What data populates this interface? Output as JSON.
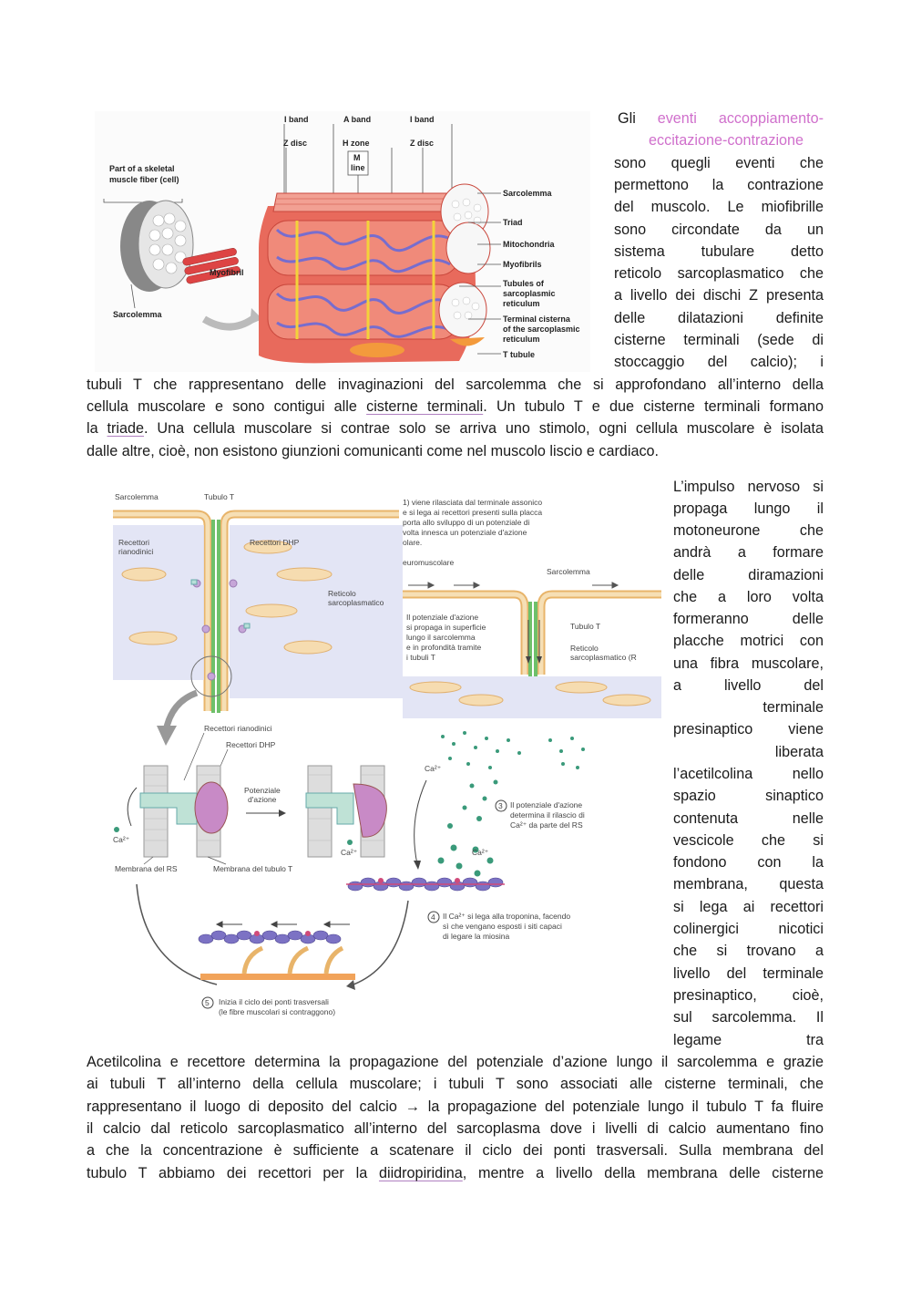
{
  "section1": {
    "side_lines": [
      {
        "pre": "Gli ",
        "pink": "eventi accoppiamento-"
      },
      {
        "pink": "eccitazione-contrazione"
      },
      {
        "text": "sono quegli eventi che"
      },
      {
        "text": "permettono la contrazione"
      },
      {
        "text": "del muscolo. Le miofibrille"
      },
      {
        "text": "sono circondate da un"
      },
      {
        "text": "sistema tubulare detto"
      },
      {
        "text": "reticolo sarcoplasmatico che"
      },
      {
        "text": "a livello dei dischi Z presenta"
      },
      {
        "text": "delle dilatazioni definite"
      },
      {
        "text": "cisterne terminali (sede di"
      },
      {
        "text": "stoccaggio del calcio); i"
      }
    ],
    "full_lines": [
      {
        "text": "tubuli T che rappresentano delle invaginazioni del sarcolemma che si approfondano all’interno della"
      },
      {
        "pre": "cellula muscolare e sono contigui alle ",
        "ul": "cisterne terminali",
        "post": ". Un tubulo T e due cisterne terminali formano"
      },
      {
        "pre": "la ",
        "ul": "triade",
        "post": ". Una cellula muscolare si contrae solo se arriva uno stimolo, ogni cellula muscolare è isolata"
      },
      {
        "text": "dalle altre, cioè, non esistono giunzioni comunicanti come nel muscolo liscio e cardiaco."
      }
    ]
  },
  "figure1": {
    "i_band_left": "I band",
    "a_band": "A band",
    "i_band_right": "I band",
    "z_disc_left": "Z disc",
    "h_zone": "H zone",
    "m_line_1": "M",
    "m_line_2": "line",
    "part_of_1": "Part of a skeletal",
    "part_of_2": "muscle fiber (cell)",
    "myofibril": "Myofibril",
    "sarcolemma_left": "Sarcolemma",
    "z_disc_right": "Z disc",
    "right_labels": {
      "sarcolemma": "Sarcolemma",
      "triad": "Triad",
      "mitochondria": "Mitochondria",
      "myofibrils": "Myofibrils",
      "tubules_1": "Tubules of",
      "tubules_2": "sarcoplasmic",
      "tubules_3": "reticulum",
      "cisterna_1": "Terminal cisterna",
      "cisterna_2": "of the sarcoplasmic",
      "cisterna_3": "reticulum",
      "t_tubule": "T tubule"
    }
  },
  "section2": {
    "side_lines": [
      {
        "text": " L’impulso nervoso si"
      },
      {
        "text": "propaga lungo il"
      },
      {
        "text": "motoneurone che"
      },
      {
        "text": "andrà a formare"
      },
      {
        "text": "delle diramazioni"
      },
      {
        "text": "che a loro volta"
      },
      {
        "text": "formeranno delle"
      },
      {
        "text": "placche motrici con"
      },
      {
        "text": "una fibra muscolare,"
      },
      {
        "text": "a livello del"
      },
      {
        "text": "terminale",
        "align": "right"
      },
      {
        "text": "presinaptico viene"
      },
      {
        "text": "liberata",
        "align": "right"
      },
      {
        "text": "l’acetilcolina nello"
      },
      {
        "text": "spazio sinaptico"
      },
      {
        "text": "contenuta nelle"
      },
      {
        "text": "vescicole che si"
      },
      {
        "text": "fondono con la"
      },
      {
        "text": "membrana, questa"
      },
      {
        "text": "si lega ai recettori"
      },
      {
        "text": "colinergici nicotici"
      },
      {
        "text": "che si trovano a"
      },
      {
        "text": "livello del terminale"
      },
      {
        "text": "presinaptico, cioè,"
      },
      {
        "text": "sul sarcolemma. Il"
      },
      {
        "text": "legame tra"
      }
    ],
    "full_lines": [
      {
        "text": "Acetilcolina e recettore determina la propagazione del potenziale d’azione lungo il sarcolemma e grazie"
      },
      {
        "text": "ai tubuli T all’interno della cellula muscolare; i tubuli T sono associati alle cisterne terminali, che"
      },
      {
        "text": "rappresentano il luogo di deposito del calcio → la propagazione del potenziale lungo il tubulo T fa fluire"
      },
      {
        "text": "il calcio dal reticolo sarcoplasmatico all’interno del sarcoplasma dove i livelli di calcio aumentano fino"
      },
      {
        "text": "a che la concentrazione è sufficiente a scatenare il ciclo dei ponti trasversali. Sulla membrana del"
      },
      {
        "pre": "tubulo T abbiamo dei recettori per la ",
        "ul": "diidropiridina",
        "post": ", mentre a livello della membrana delle cisterne"
      }
    ]
  },
  "figure2": {
    "sarcolemma_top": "Sarcolemma",
    "tubulo_top": "Tubulo T",
    "recettori_rianodinici_1": "Recettori",
    "recettori_rianodinici_2": "rianodinici",
    "recettori_dhp": "Recettori DHP",
    "reticolo_1": "Reticolo",
    "reticolo_2": "sarcoplasmatico",
    "step1_1": "1) viene rilasciata dal terminale assonico",
    "step1_2": "e si lega ai recettori presenti sulla placca",
    "step1_3": "porta allo sviluppo di un potenziale di",
    "step1_4": "volta innesca un potenziale d'azione",
    "step1_5": "olare.",
    "neuromuscolare": "euromuscolare",
    "sarcolemma_right": "Sarcolemma",
    "step2_1": "Il potenziale d'azione",
    "step2_2": "si propaga in superficie",
    "step2_3": "lungo il sarcolemma",
    "step2_4": "e in profondità tramite",
    "step2_5": "i tubuli T",
    "tubulo_right": "Tubulo T",
    "reticolo_right_1": "Reticolo",
    "reticolo_right_2": "sarcoplasmatico (R",
    "recettori_rianodinici_mid": "Recettori rianodinici",
    "recettori_dhp_mid": "Recettori DHP",
    "potenziale_1": "Potenziale",
    "potenziale_2": "d'azione",
    "ca_left": "Ca²⁺",
    "ca_mid": "Ca²⁺",
    "ca_right1": "Ca²⁺",
    "ca_right2": "Ca²⁺",
    "step3_num": "3",
    "step3_1": "Il potenziale d'azione",
    "step3_2": "determina il rilascio di",
    "step3_3": "Ca²⁺ da parte del RS",
    "membrana_rs": "Membrana del RS",
    "membrana_tubulo": "Membrana del tubulo T",
    "step4_num": "4",
    "step4_1": "Il Ca²⁺ si lega alla troponina, facendo",
    "step4_2": "sì che vengano esposti i siti capaci",
    "step4_3": "di legare la miosina",
    "step5_num": "5",
    "step5_1": "Inizia il ciclo dei ponti trasversali",
    "step5_2": "(le fibre muscolari si contraggono)"
  }
}
